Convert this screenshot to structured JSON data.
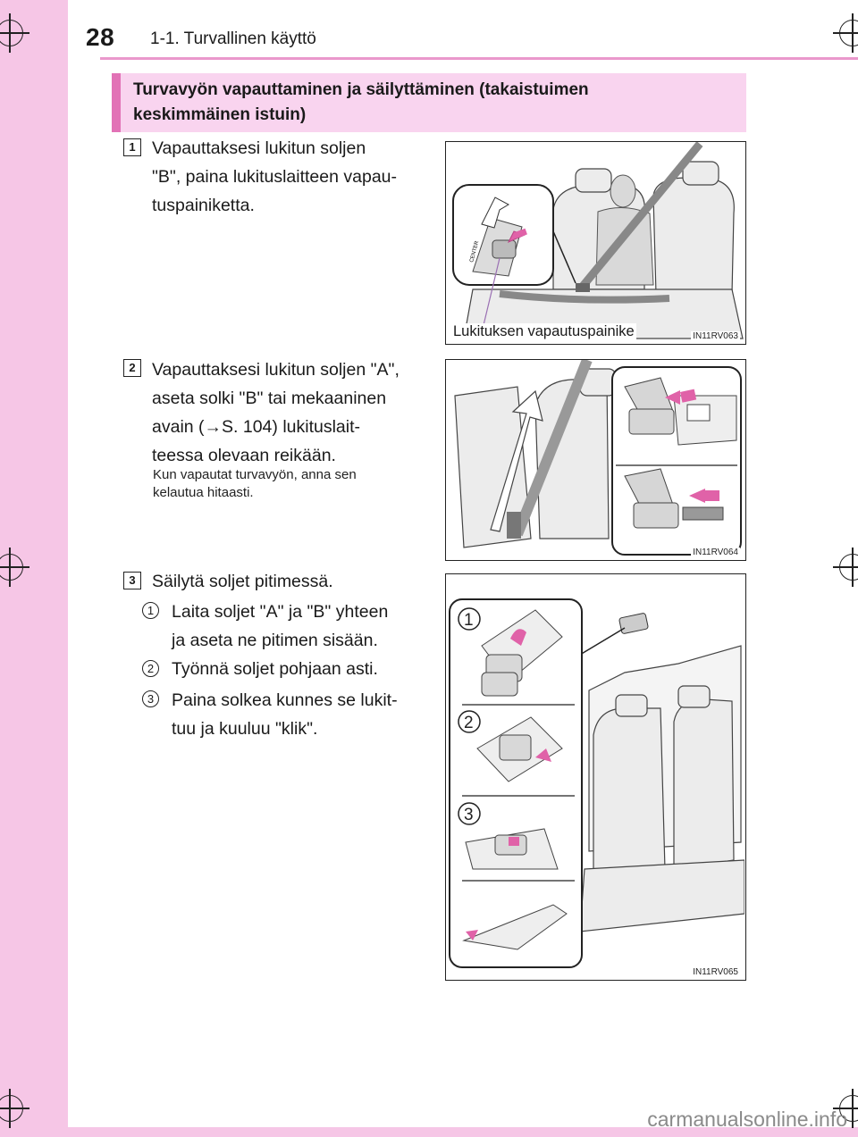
{
  "header": {
    "page_number": "28",
    "section": "1-1. Turvallinen käyttö"
  },
  "banner": {
    "line1": "Turvavyön vapauttaminen ja säilyttäminen (takaistuimen",
    "line2": "keskimmäinen istuin)"
  },
  "steps": [
    {
      "number": "1",
      "lines": [
        "Vapauttaksesi lukitun soljen",
        "\"B\", paina lukituslaitteen vapau-",
        "tuspainiketta."
      ],
      "figure": {
        "code": "IN11RV063",
        "callout": "Lukituksen vapautuspainike",
        "inset_text": "CENTER"
      }
    },
    {
      "number": "2",
      "lines": [
        "Vapauttaksesi lukitun soljen \"A\",",
        "aseta solki \"B\" tai mekaaninen",
        "avain (→S. 104) lukituslait-",
        "teessa olevaan reikään."
      ],
      "note": [
        "Kun vapautat turvavyön, anna sen",
        "kelautua hitaasti."
      ],
      "figure": {
        "code": "IN11RV064"
      }
    },
    {
      "number": "3",
      "lines": [
        "Säilytä soljet pitimessä."
      ],
      "substeps": [
        {
          "number": "1",
          "lines": [
            "Laita soljet \"A\" ja \"B\" yhteen",
            "ja aseta ne pitimen sisään."
          ]
        },
        {
          "number": "2",
          "lines": [
            "Työnnä soljet pohjaan asti."
          ]
        },
        {
          "number": "3",
          "lines": [
            "Paina solkea kunnes se lukit-",
            "tuu ja kuuluu \"klik\"."
          ]
        }
      ],
      "figure": {
        "code": "IN11RV065",
        "panel_labels": [
          "1",
          "2",
          "3"
        ]
      }
    }
  ],
  "watermark": "carmanualsonline.info",
  "colors": {
    "accent_pink": "#e272b6",
    "banner_bg": "#f9d4ef",
    "strip": "#f6c6e6",
    "arrow": "#e062a8"
  }
}
